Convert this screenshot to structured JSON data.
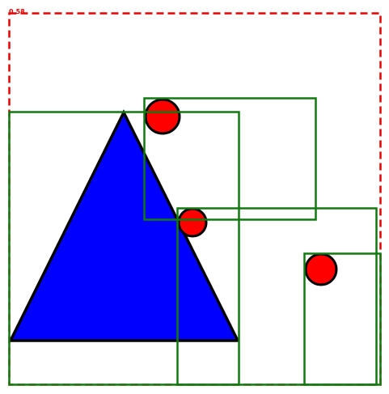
{
  "diagram": {
    "outer_box_label": "0.58",
    "colors": {
      "outer_box": "#e60000",
      "object_box": "#107a10",
      "triangle_fill": "#0000ff",
      "circle_fill": "#ff0000",
      "outline": "#000000",
      "background": "#ffffff"
    },
    "shapes": [
      {
        "kind": "triangle"
      },
      {
        "kind": "circle"
      },
      {
        "kind": "circle"
      },
      {
        "kind": "circle"
      }
    ],
    "object_boxes": 4
  }
}
